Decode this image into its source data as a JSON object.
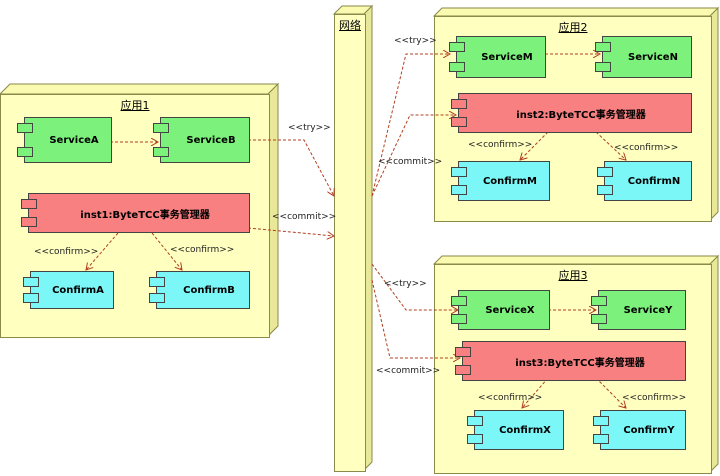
{
  "network": {
    "title": "网络"
  },
  "app1": {
    "title": "应用1",
    "service_a": "ServiceA",
    "service_b": "ServiceB",
    "tm": "inst1:ByteTCC事务管理器",
    "confirm_a": "ConfirmA",
    "confirm_b": "ConfirmB",
    "confirm_label_a": "<<confirm>>",
    "confirm_label_b": "<<confirm>>"
  },
  "app2": {
    "title": "应用2",
    "service_m": "ServiceM",
    "service_n": "ServiceN",
    "tm": "inst2:ByteTCC事务管理器",
    "confirm_m": "ConfirmM",
    "confirm_n": "ConfirmN",
    "confirm_label_m": "<<confirm>>",
    "confirm_label_n": "<<confirm>>"
  },
  "app3": {
    "title": "应用3",
    "service_x": "ServiceX",
    "service_y": "ServiceY",
    "tm": "inst3:ByteTCC事务管理器",
    "confirm_x": "ConfirmX",
    "confirm_y": "ConfirmY",
    "confirm_label_x": "<<confirm>>",
    "confirm_label_y": "<<confirm>>"
  },
  "links": {
    "try_app1": "<<try>>",
    "commit_app1": "<<commit>>",
    "try_app2": "<<try>>",
    "commit_app2": "<<commit>>",
    "try_app3": "<<try>>",
    "commit_app3": "<<commit>>"
  },
  "colors": {
    "node_fill": "#ffffc0",
    "service_fill": "#7cf27c",
    "manager_fill": "#f98080",
    "confirm_fill": "#7cf7f7",
    "arrow": "#b04020"
  }
}
